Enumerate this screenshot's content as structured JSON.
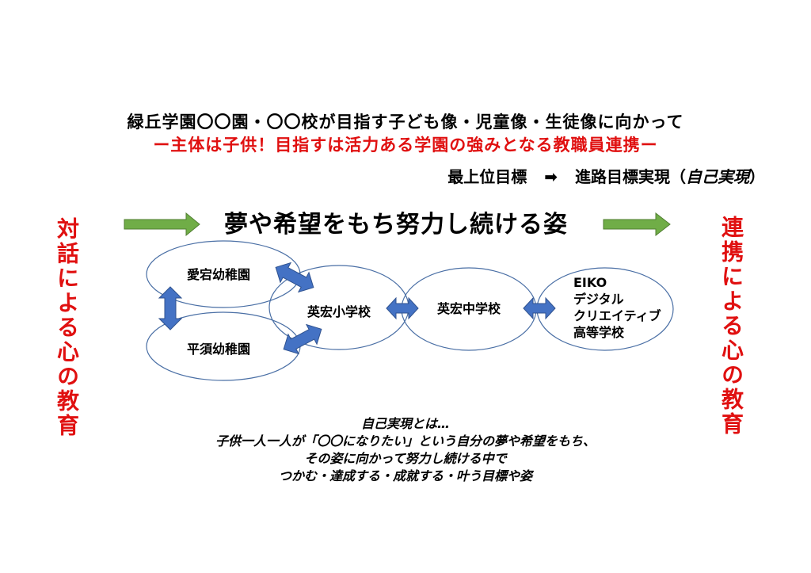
{
  "header": {
    "line1": "緑丘学園〇〇園・〇〇校が目指す子ども像・児童像・生徒像に向かって",
    "line2": "ー主体は子供！目指すは活力ある学園の強みとなる教職員連携ー"
  },
  "goal": {
    "prefix": "最上位目標",
    "arrow": "➡",
    "text": "進路目標実現（",
    "italic": "自己実現",
    "suffix": "）"
  },
  "side_left": "対話による心の教育",
  "side_right": "連携による心の教育",
  "heading": "夢や希望をもち努力し続ける姿",
  "nodes": {
    "aitaku": "愛宕幼稚園",
    "hirasu": "平須幼稚園",
    "elementary": "英宏小学校",
    "junior": "英宏中学校",
    "eiko_lines": [
      "EIKO",
      "デジタル",
      "クリエイティブ",
      "高等学校"
    ]
  },
  "note_lines": [
    "自己実現とは…",
    "子供一人一人が「〇〇になりたい」という自分の夢や希望をもち、",
    "その姿に向かって努力し続ける中で",
    "つかむ・達成する・成就する・叶う目標や姿"
  ],
  "colors": {
    "red": "#e01010",
    "green_arrow": "#70ad47",
    "blue_arrow": "#4472c4",
    "ellipse_stroke": "#4a6fa5"
  }
}
